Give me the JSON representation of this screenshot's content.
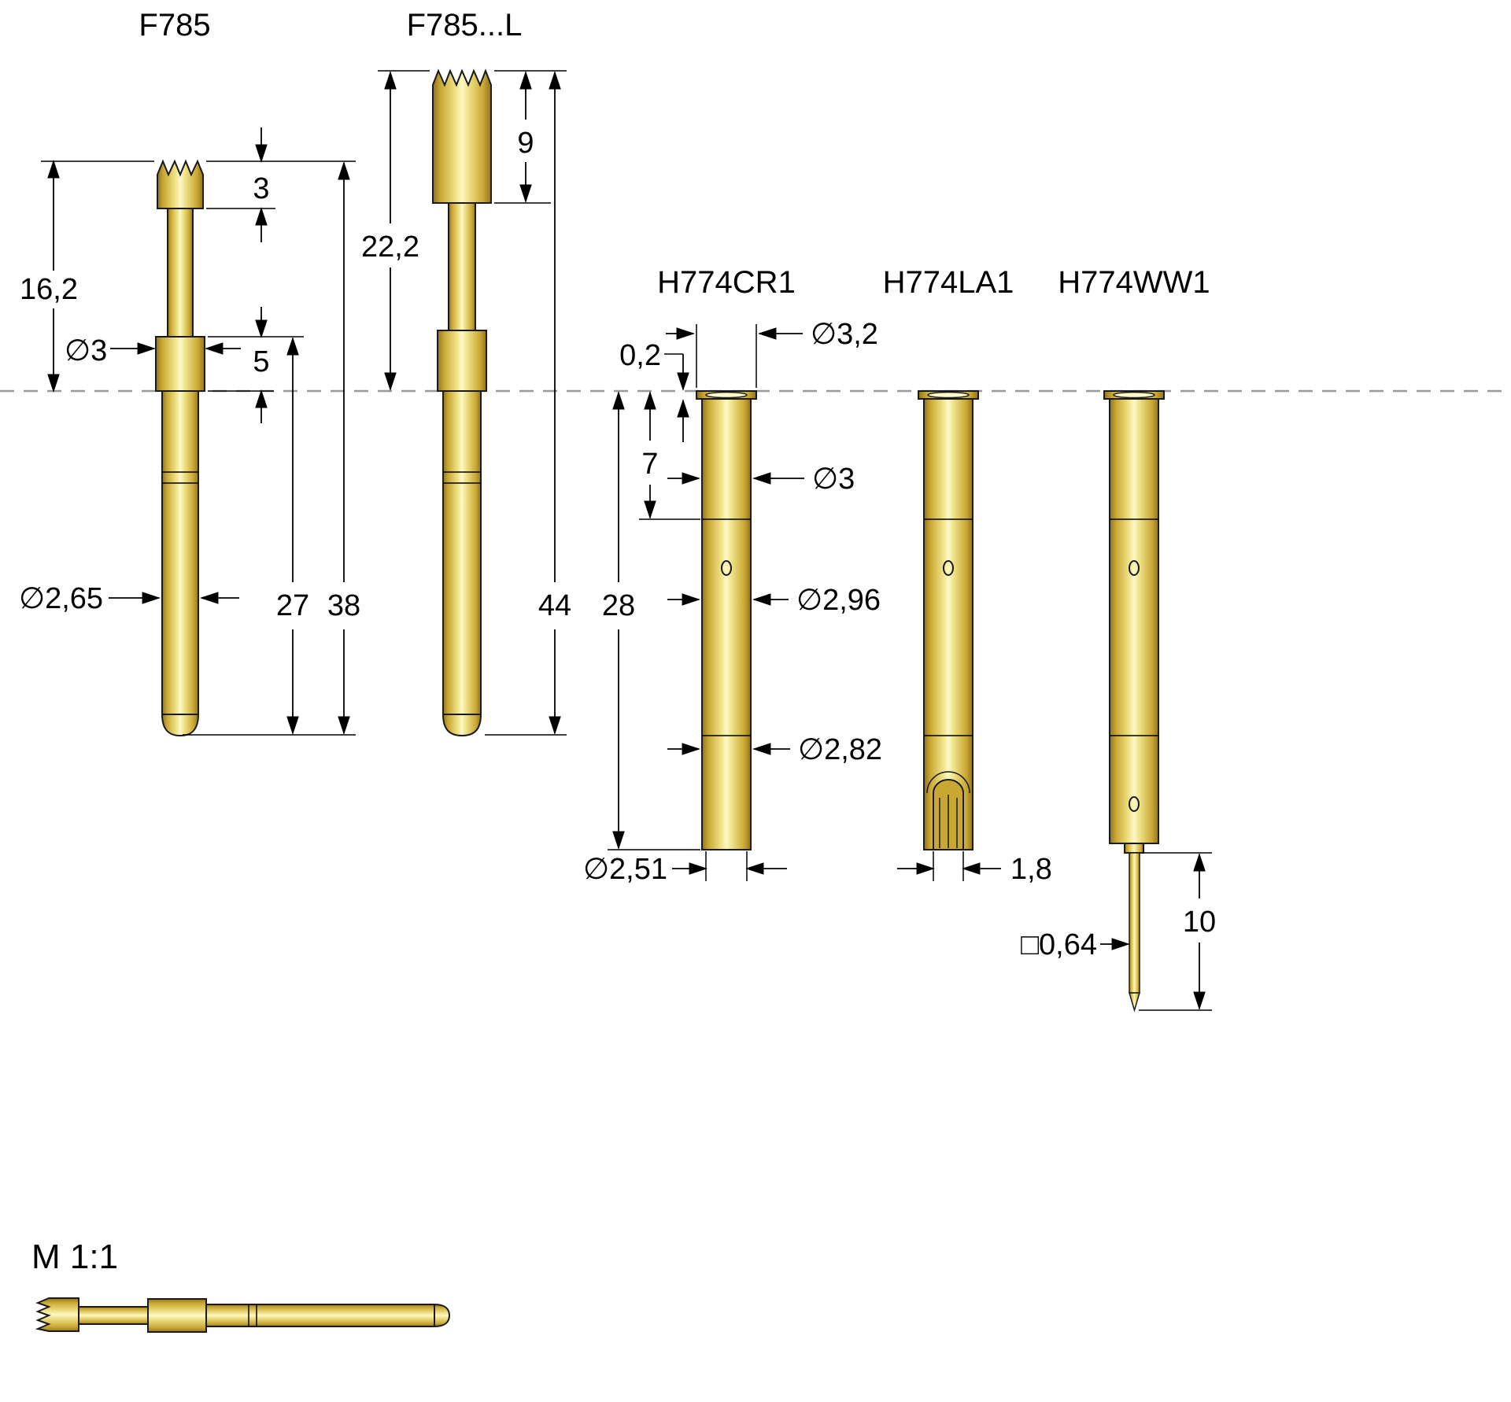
{
  "scale": {
    "label": "M 1:1"
  },
  "probes": {
    "f785": {
      "label": "F785",
      "dim_head_length": "3",
      "dim_above_plate": "16,2",
      "dim_collar_diameter": "∅3",
      "dim_collar_length": "5",
      "dim_barrel_diameter": "∅2,65",
      "dim_body_length": "27",
      "dim_total_length": "38"
    },
    "f785l": {
      "label": "F785...L",
      "dim_head_length": "9",
      "dim_above_plate": "22,2",
      "dim_total_length": "44"
    },
    "h774cr1": {
      "label": "H774CR1",
      "dim_flange_height": "0,2",
      "dim_flange_diameter": "∅3,2",
      "dim_top_length": "7",
      "dim_top_diameter": "∅3",
      "dim_total_length": "28",
      "dim_mid_diameter": "∅2,96",
      "dim_lower_diameter": "∅2,82",
      "dim_bottom_diameter": "∅2,51"
    },
    "h774la1": {
      "label": "H774LA1",
      "dim_solder_cup_width": "1,8"
    },
    "h774ww1": {
      "label": "H774WW1",
      "dim_post_length": "10",
      "dim_post_square": "□0,64"
    }
  },
  "colors": {
    "gold_dark": "#8f731c",
    "gold_mid": "#c9a733",
    "gold_light": "#eee084",
    "gold_highlight": "#fdf8c6",
    "board_line": "#9a9a9a"
  }
}
